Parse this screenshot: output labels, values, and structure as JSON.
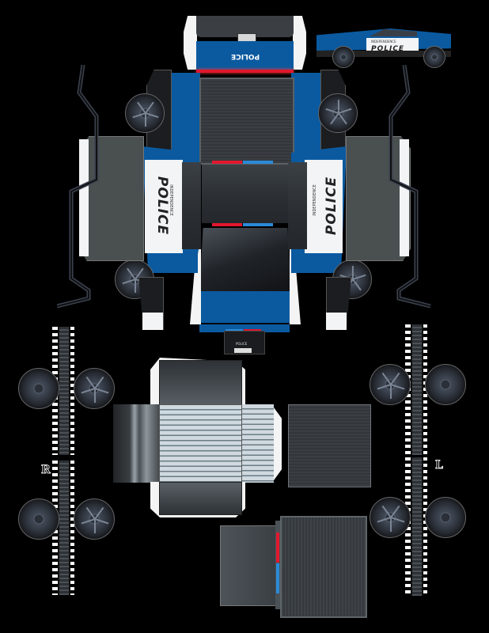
{
  "template": {
    "type": "papercraft-cutout",
    "subject": "Cybertruck police vehicle",
    "background_color": "#000000",
    "colors": {
      "body_blue": "#0b5aa0",
      "light_red": "#e0182e",
      "light_blue": "#2a8ad8",
      "glass_dark": "#2f3337",
      "door_white": "#f2f4f6",
      "tire_dark": "#17191d"
    }
  },
  "preview": {
    "label": "POLICE",
    "small_text": "INDEPENDENCE"
  },
  "rear_panel": {
    "label": "POLICE",
    "plate": "▯▯▯"
  },
  "side_left": {
    "label": "POLICE",
    "small_text": "INDEPENDENCE"
  },
  "side_right": {
    "label": "POLICE",
    "small_text": "INDEPENDENCE"
  },
  "front_panel": {
    "label": "POLICE",
    "plate": "▯▯▯▯"
  },
  "axles": {
    "right_label": "R",
    "left_label": "L"
  }
}
